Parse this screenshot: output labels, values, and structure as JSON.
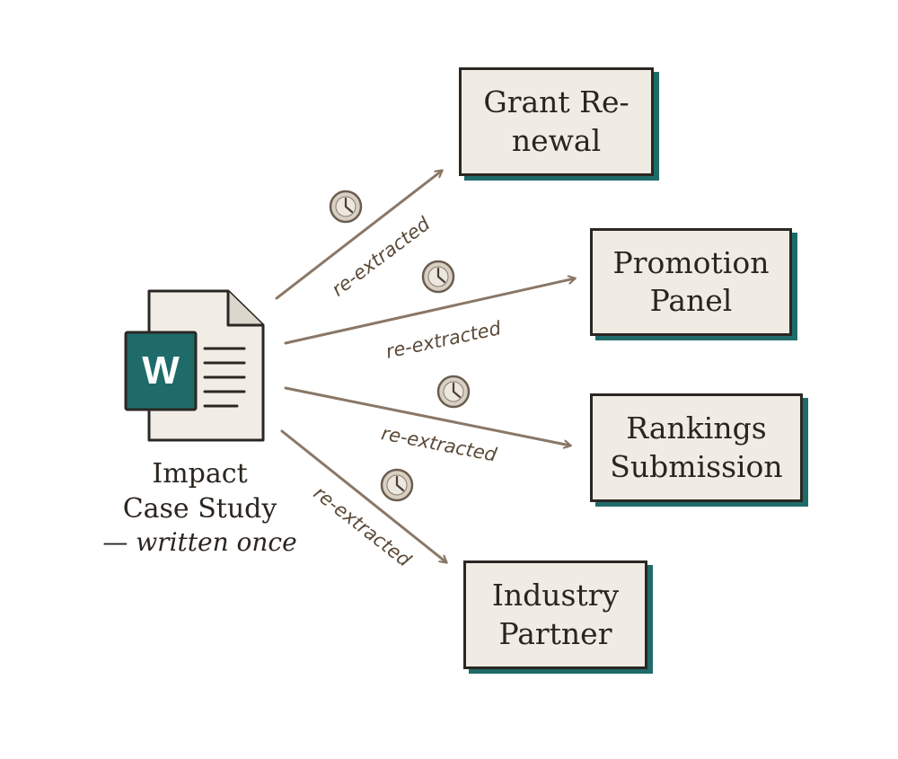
{
  "source": {
    "icon": "word-document-icon",
    "app_letter": "W",
    "title_line1": "Impact",
    "title_line2": "Case Study",
    "note": "— written once"
  },
  "targets": [
    {
      "line1": "Grant Re-",
      "line2": "newal"
    },
    {
      "line1": "Promotion",
      "line2": "Panel"
    },
    {
      "line1": "Rankings",
      "line2": "Submission"
    },
    {
      "line1": "Industry",
      "line2": "Partner"
    }
  ],
  "connections": [
    {
      "label": "re-extracted",
      "icon": "clock-icon"
    },
    {
      "label": "re-extracted",
      "icon": "clock-icon"
    },
    {
      "label": "re-extracted",
      "icon": "clock-icon"
    },
    {
      "label": "re-extracted",
      "icon": "clock-icon"
    }
  ],
  "colors": {
    "accent_teal": "#1e6b6a",
    "box_fill": "#f0ece4",
    "outline": "#2b2723",
    "arrow": "#8a7766",
    "clock_face": "#d8d0c3"
  }
}
